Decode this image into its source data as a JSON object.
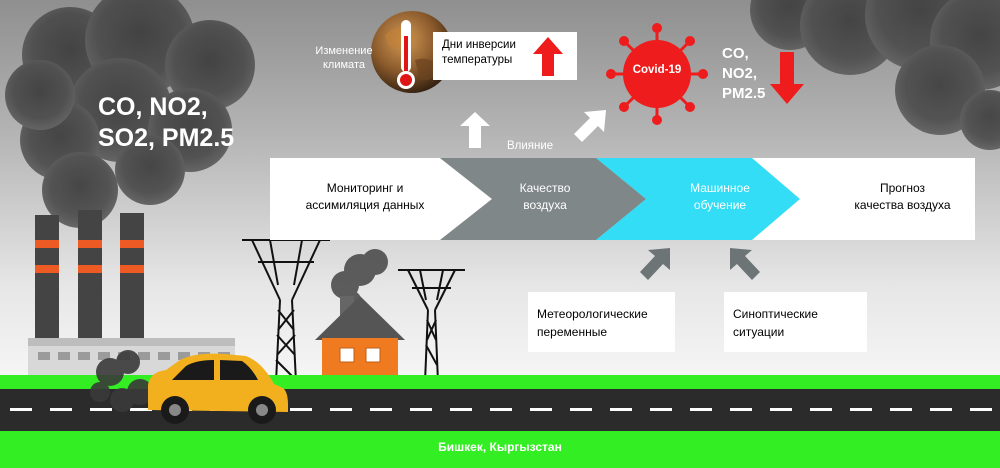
{
  "pollutants_factory": "CO, NO2,\nSO2, PM2.5",
  "climate_change": "Изменение\nклимата",
  "inversion_days": "Дни инверсии\nтемпературы",
  "influence": "Влияние",
  "covid": "Covid-19",
  "covid_pollutants": "CO,\nNO2,\nPM2.5",
  "steps": [
    "Мониторинг и\nассимиляция данных",
    "Качество\nвоздуха",
    "Машинное\nобучение",
    "Прогноз\nкачества воздуха"
  ],
  "inputs": [
    "Метеорологические\nпеременные",
    "Синоптические\nситуации"
  ],
  "location": "Бишкек, Кыргызстан",
  "colors": {
    "sky_top": "#9a9a9a",
    "sky_bottom": "#f5f5f5",
    "grass": "#33ee22",
    "road": "#2b2b2b",
    "chevron_white": "#ffffff",
    "chevron_gray": "#808788",
    "chevron_cyan": "#33ddf5",
    "alert_red": "#ee1c1c",
    "car_yellow": "#f2b01e",
    "house_orange": "#ef7a1f"
  },
  "icons": [
    "factory",
    "smoke",
    "car",
    "house",
    "power-pylon",
    "earth-thermometer",
    "coronavirus",
    "up-arrow",
    "down-arrow"
  ]
}
